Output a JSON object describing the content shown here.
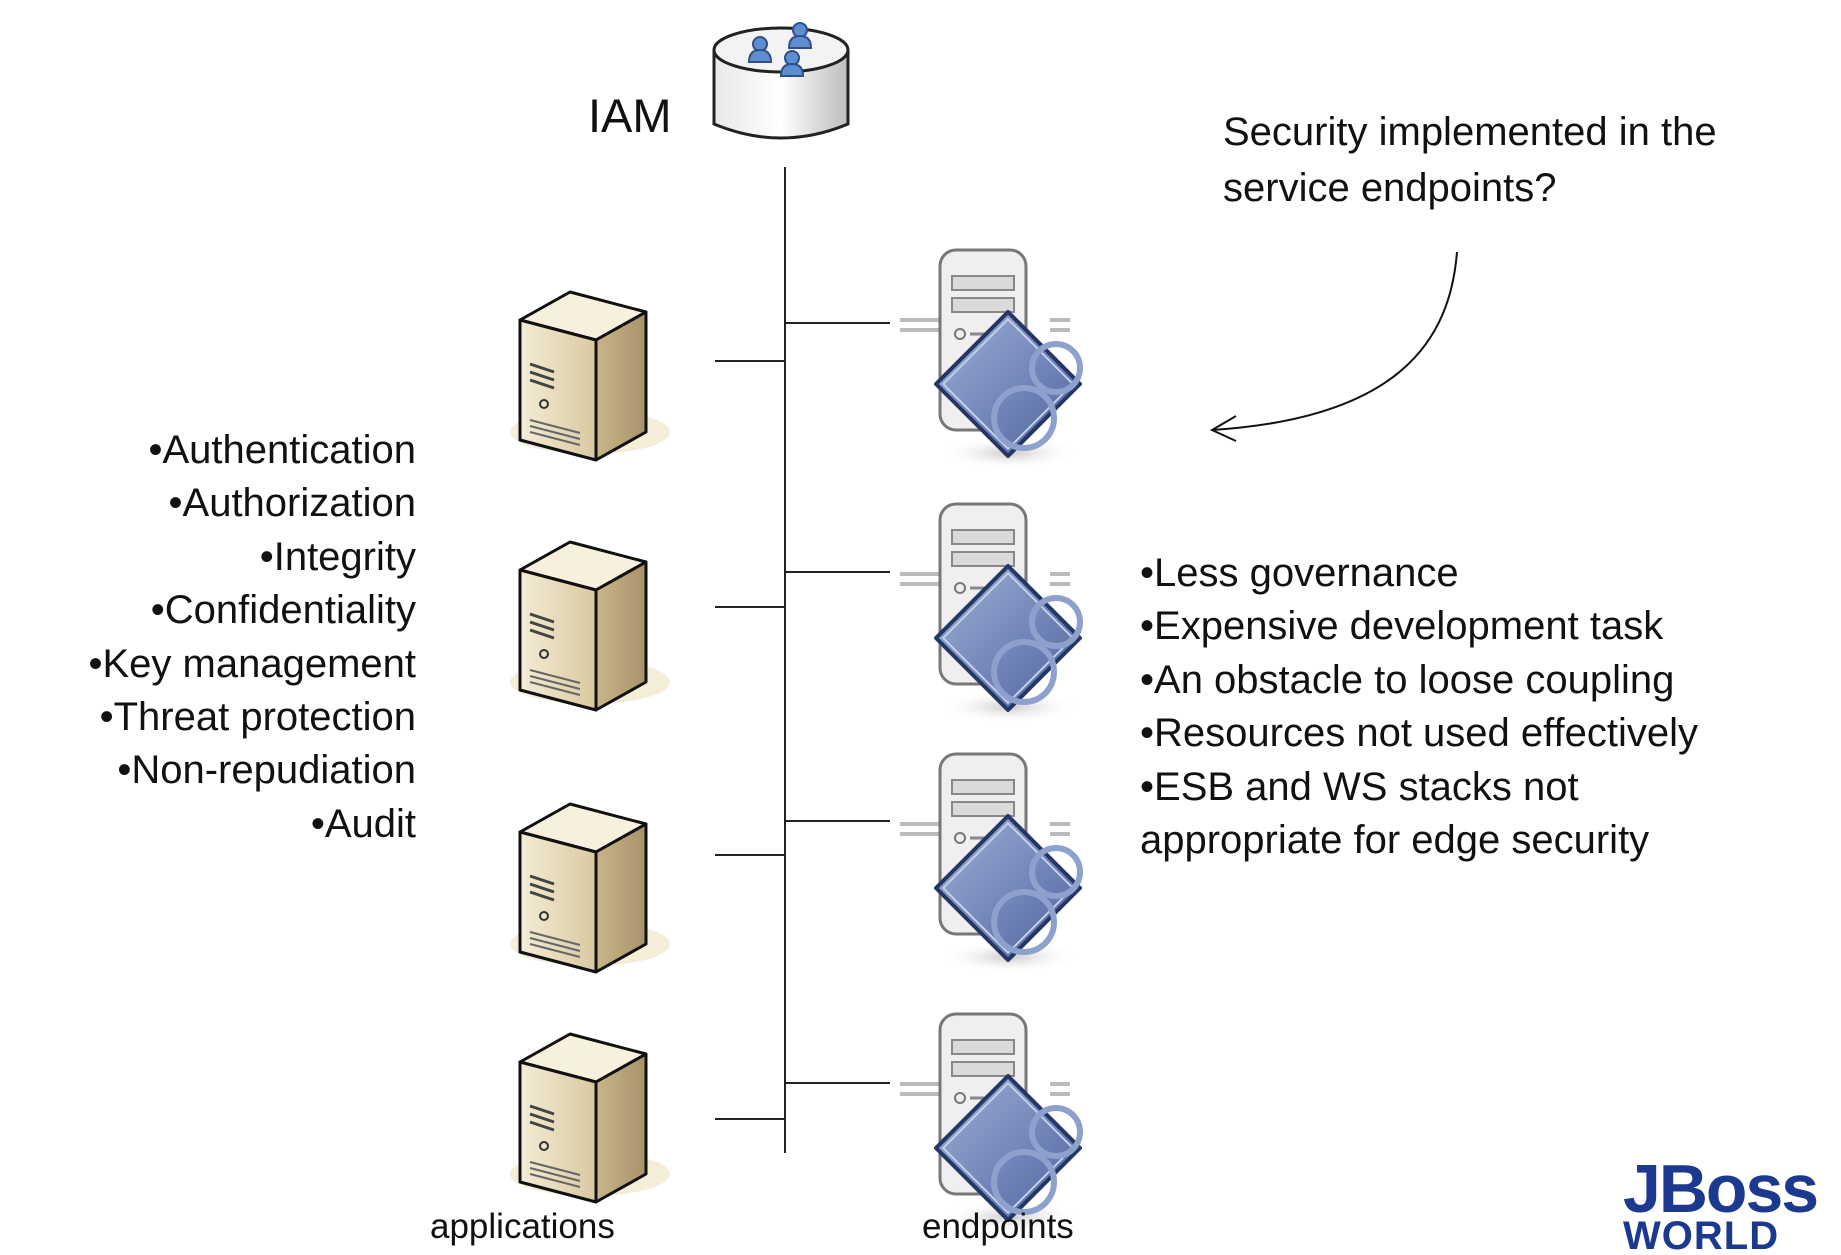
{
  "diagram": {
    "iam_label": "IAM",
    "callout": "Security implemented in the service endpoints?",
    "security_functions": [
      "Authentication",
      "Authorization",
      "Integrity",
      "Confidentiality",
      "Key management",
      "Threat protection",
      "Non-repudiation",
      "Audit"
    ],
    "issues": [
      "Less governance",
      "Expensive development task",
      "An obstacle to loose coupling",
      "Resources not used effectively",
      "ESB and WS stacks not"
    ],
    "issue_continuation": "appropriate for edge security",
    "captions": {
      "applications": "applications",
      "endpoints": "endpoints"
    },
    "icons": {
      "identity_store": "users-database-icon",
      "application_server": "server-tower-icon",
      "service_endpoint": "service-gear-server-icon"
    },
    "colors": {
      "server_body": "#d8c9a3",
      "endpoint_blue": "#5e74a8",
      "line": "#222222",
      "logo": "#1b3a8f"
    }
  },
  "logo": {
    "line1": "JBoss",
    "line2": "WORLD"
  }
}
